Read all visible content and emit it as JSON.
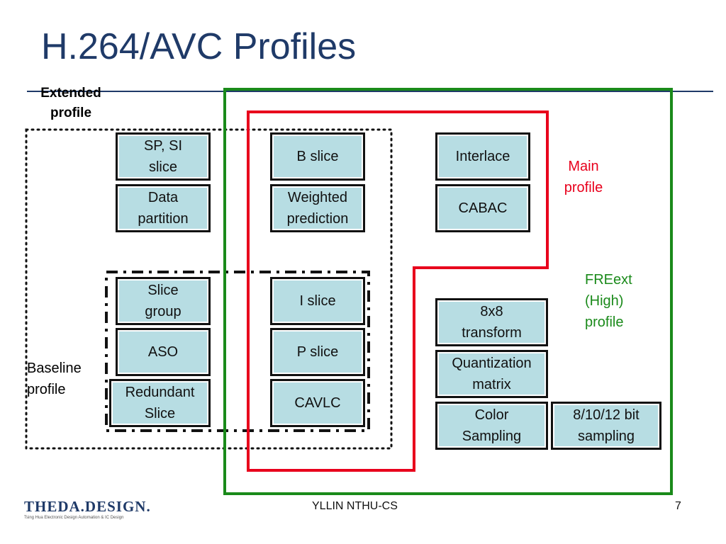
{
  "slide": {
    "title": "H.264/AVC Profiles",
    "footer_center": "YLLIN NTHU-CS",
    "page_number": "7",
    "logo_text": "THEDA.DESIGN.",
    "logo_subtext": "Tsing Hua Electronic Design Automation & IC Design"
  },
  "colors": {
    "title": "#1f3a68",
    "box_fill": "#b7dde3",
    "main_profile": "#e8001c",
    "high_profile": "#1a8a1a",
    "baseline_extended": "#111111"
  },
  "profiles": {
    "extended": [
      "Extended",
      "profile"
    ],
    "main": [
      "Main",
      "profile"
    ],
    "high": [
      "FREext",
      "(High)",
      "profile"
    ],
    "baseline": [
      "Baseline",
      "profile"
    ]
  },
  "features": {
    "sp_si": [
      "SP, SI",
      "slice"
    ],
    "data_partition": [
      "Data",
      "partition"
    ],
    "b_slice": [
      "B slice"
    ],
    "weighted_prediction": [
      "Weighted",
      "prediction"
    ],
    "interlace": [
      "Interlace"
    ],
    "cabac": [
      "CABAC"
    ],
    "slice_group": [
      "Slice",
      "group"
    ],
    "aso": [
      "ASO"
    ],
    "redundant_slice": [
      "Redundant",
      "Slice"
    ],
    "i_slice": [
      "I slice"
    ],
    "p_slice": [
      "P slice"
    ],
    "cavlc": [
      "CAVLC"
    ],
    "transform_8x8": [
      "8x8",
      "transform"
    ],
    "quantization_matrix": [
      "Quantization",
      "matrix"
    ],
    "color_sampling": [
      "Color",
      "Sampling"
    ],
    "bit_sampling": [
      "8/10/12 bit",
      "sampling"
    ]
  }
}
